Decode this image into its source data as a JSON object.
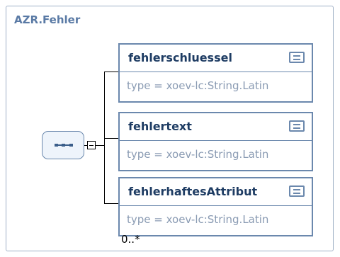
{
  "container": {
    "title": "AZR.Fehler"
  },
  "elements": [
    {
      "name": "fehlerschluessel",
      "type": "type = xoev-lc:String.Latin"
    },
    {
      "name": "fehlertext",
      "type": "type = xoev-lc:String.Latin"
    },
    {
      "name": "fehlerhaftesAttribut",
      "type": "type = xoev-lc:String.Latin"
    }
  ],
  "occurrence": "0..*",
  "colors": {
    "border": "#6b88ad",
    "title": "#5a7aa5",
    "name": "#1e3c63",
    "type": "#8a9bb3"
  }
}
